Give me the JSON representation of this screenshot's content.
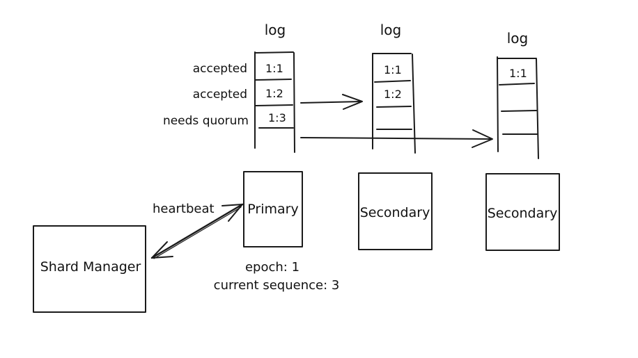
{
  "diagram": {
    "logs": [
      {
        "id": "primary-log",
        "title": "log",
        "entries": [
          "1:1",
          "1:2",
          "1:3"
        ],
        "entry_statuses": [
          "accepted",
          "accepted",
          "needs quorum"
        ]
      },
      {
        "id": "secondary-log-1",
        "title": "log",
        "entries": [
          "1:1",
          "1:2",
          ""
        ]
      },
      {
        "id": "secondary-log-2",
        "title": "log",
        "entries": [
          "1:1",
          "",
          ""
        ]
      }
    ],
    "nodes": {
      "primary": "Primary",
      "secondary_1": "Secondary",
      "secondary_2": "Secondary",
      "shard_manager": "Shard Manager"
    },
    "edges": {
      "heartbeat": "heartbeat"
    },
    "primary_state": {
      "epoch": "epoch: 1",
      "current_sequence": "current sequence: 3"
    }
  }
}
